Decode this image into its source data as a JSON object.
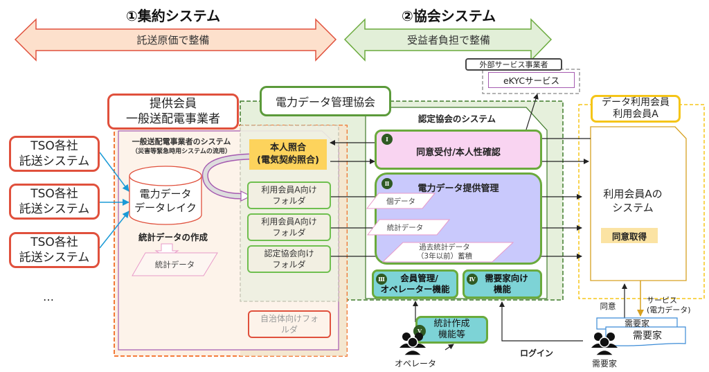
{
  "header": {
    "aggregation_system": {
      "title": "①集約システム",
      "funding": "託送原価で整備",
      "color": "#e0503c",
      "fill": "#fde0cc"
    },
    "association_system": {
      "title": "②協会システム",
      "funding": "受益者負担で整備",
      "color": "#6aaa3c",
      "fill": "#e2efd8"
    }
  },
  "external": {
    "provider_label": "外部サービス事業者",
    "ekyc_label": "eKYCサービス"
  },
  "tso_sources": [
    {
      "line1": "TSO各社",
      "line2": "託送システム"
    },
    {
      "line1": "TSO各社",
      "line2": "託送システム"
    },
    {
      "line1": "TSO各社",
      "line2": "託送システム"
    }
  ],
  "tso_more": "…",
  "provider_member": {
    "line1": "提供会員",
    "line2": "一般送配電事業者",
    "system_title": "一般送配電事業者のシステム",
    "system_subtitle": "（災害等緊急時用システムの流用）",
    "data_lake": {
      "line1": "電力データ",
      "line2": "データレイク"
    },
    "stats_creation": "統計データの作成",
    "stats_data": "統計データ",
    "identity_check": {
      "line1": "本人照合",
      "line2": "(電気契約照合)"
    },
    "folders": [
      {
        "line1": "利用会員A向け",
        "line2": "フォルダ"
      },
      {
        "line1": "利用会員A向け",
        "line2": "フォルダ"
      },
      {
        "line1": "認定協会向け",
        "line2": "フォルダ"
      }
    ],
    "municipal_folder": {
      "line1": "自治体向けフォ",
      "line2": "ルダ"
    }
  },
  "association": {
    "name": "電力データ管理協会",
    "system_title": "認定協会のシステム",
    "modules": [
      {
        "badge": "Ⅰ",
        "label": "同意受付/本人性確認"
      },
      {
        "badge": "Ⅱ",
        "label": "電力データ提供管理",
        "items": [
          "個データ",
          "統計データ",
          "過去統計データ",
          "（3年以前）蓄積"
        ]
      },
      {
        "badge": "Ⅲ",
        "line1": "会員管理/",
        "line2": "オペレーター機能"
      },
      {
        "badge": "Ⅳ",
        "line1": "需要家向け",
        "line2": "機能"
      },
      {
        "badge": "Ⅴ",
        "line1": "統計作成",
        "line2": "機能等"
      }
    ]
  },
  "data_user": {
    "line1": "データ利用会員",
    "line2": "利用会員A",
    "system_line1": "利用会員Aの",
    "system_line2": "システム",
    "consent": "同意取得"
  },
  "bottom": {
    "operator": "オペレータ",
    "login": "ログイン",
    "consent_label": "同意",
    "service_line1": "サービス",
    "service_line2": "(電力データ)",
    "customer_card_back": "需要家",
    "customer_card_front": "需要家",
    "customer": "需要家"
  }
}
